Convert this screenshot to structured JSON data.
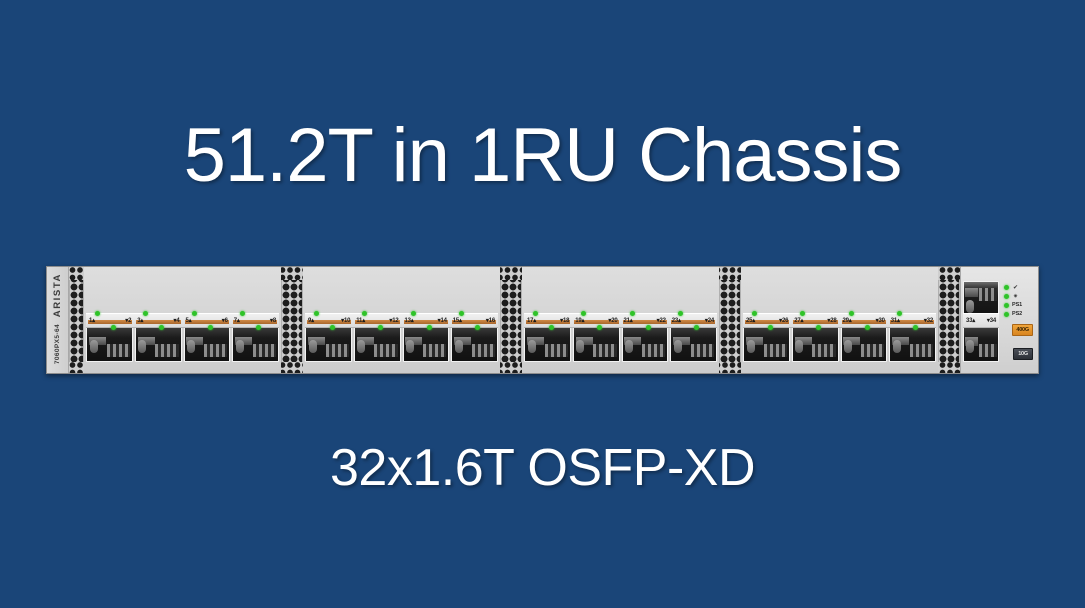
{
  "slide": {
    "title": "51.2T in 1RU Chassis",
    "subtitle": "32x1.6T OSFP-XD",
    "background_color": "#1a4578",
    "text_color": "#ffffff"
  },
  "device": {
    "vendor": "ARISTA",
    "model": "7060PX5-64",
    "form_factor": "1RU",
    "port_type": "OSFP-XD",
    "accent_amber": "#e8992c",
    "led_green": "#2fc329",
    "bus_color": "#b8733a"
  },
  "port_banks": [
    {
      "name": "bank-1",
      "pairs": [
        {
          "top_label": "1▴",
          "bottom_label": "▾2"
        },
        {
          "top_label": "3▴",
          "bottom_label": "▾4"
        },
        {
          "top_label": "5▴",
          "bottom_label": "▾6"
        },
        {
          "top_label": "7▴",
          "bottom_label": "▾8"
        }
      ]
    },
    {
      "name": "bank-2",
      "pairs": [
        {
          "top_label": "9▴",
          "bottom_label": "▾10"
        },
        {
          "top_label": "11▴",
          "bottom_label": "▾12"
        },
        {
          "top_label": "13▴",
          "bottom_label": "▾14"
        },
        {
          "top_label": "15▴",
          "bottom_label": "▾16"
        }
      ]
    },
    {
      "name": "bank-3",
      "pairs": [
        {
          "top_label": "17▴",
          "bottom_label": "▾18"
        },
        {
          "top_label": "19▴",
          "bottom_label": "▾20"
        },
        {
          "top_label": "21▴",
          "bottom_label": "▾22"
        },
        {
          "top_label": "23▴",
          "bottom_label": "▾24"
        }
      ]
    },
    {
      "name": "bank-4",
      "pairs": [
        {
          "top_label": "25▴",
          "bottom_label": "▾26"
        },
        {
          "top_label": "27▴",
          "bottom_label": "▾28"
        },
        {
          "top_label": "29▴",
          "bottom_label": "▾30"
        },
        {
          "top_label": "31▴",
          "bottom_label": "▾32"
        }
      ]
    }
  ],
  "mgmt_ports": {
    "top_label": "33▴",
    "bottom_label": "▾34"
  },
  "status_leds": [
    {
      "icon": "check-circle-icon",
      "glyph": "✔",
      "label": ""
    },
    {
      "icon": "fan-icon",
      "glyph": "✷",
      "label": ""
    },
    {
      "icon": "power-supply-icon",
      "glyph": "",
      "label": "PS1"
    },
    {
      "icon": "power-supply-icon",
      "glyph": "",
      "label": "PS2"
    }
  ],
  "speed_badges": {
    "amber": "400G",
    "dark": "10G"
  }
}
